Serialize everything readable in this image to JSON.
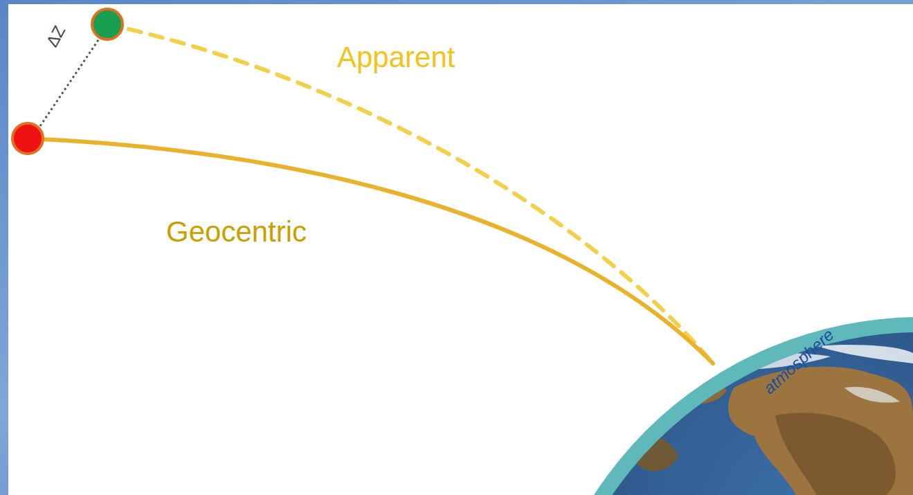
{
  "diagram": {
    "labels": [
      "Apparent",
      "Geocentric",
      "ΔZ",
      "atmosphere"
    ]
  }
}
